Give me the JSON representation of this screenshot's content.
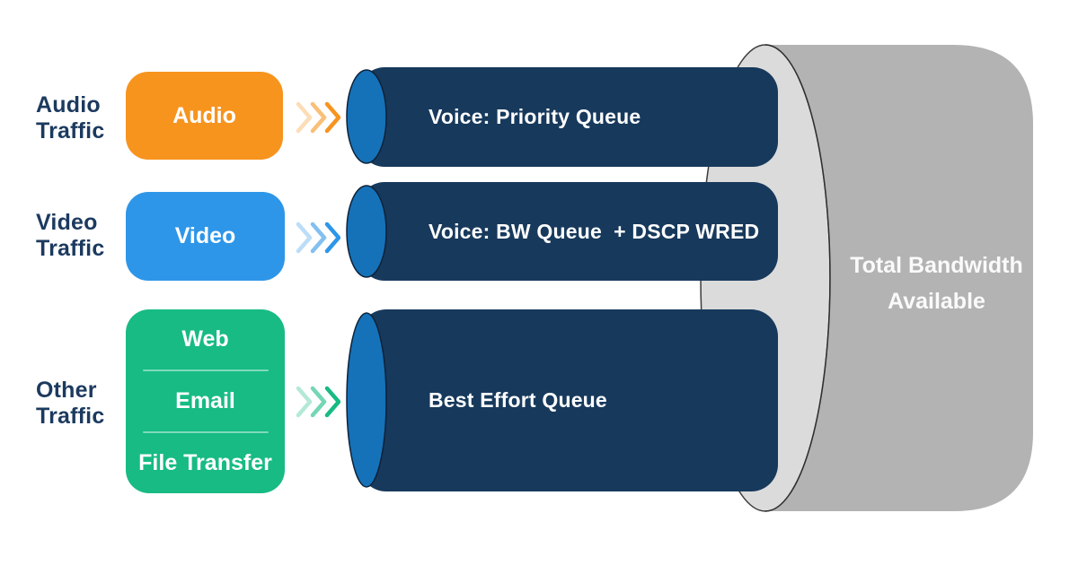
{
  "palette": {
    "pipe_navy": "#17395C",
    "pipe_end_blue": "#1572B9",
    "audio_orange": "#F7941E",
    "video_blue": "#2E96E8",
    "other_green": "#17BB83",
    "traffic_label_navy": "#1C3A5F",
    "bandwidth_body_gray": "#B3B3B3",
    "bandwidth_face_gray": "#DBDBDB",
    "label_white": "#FFFFFF"
  },
  "flows": [
    {
      "traffic_label": "Audio\nTraffic",
      "source_box": {
        "items": [
          "Audio"
        ],
        "color": "#F7941E"
      },
      "queue_pipe": {
        "label": "Voice: Priority Queue"
      }
    },
    {
      "traffic_label": "Video\nTraffic",
      "source_box": {
        "items": [
          "Video"
        ],
        "color": "#2E96E8"
      },
      "queue_pipe": {
        "label": "Voice: BW Queue  + DSCP WRED"
      }
    },
    {
      "traffic_label": "Other\nTraffic",
      "source_box": {
        "items": [
          "Web",
          "Email",
          "File Transfer"
        ],
        "color": "#17BB83"
      },
      "queue_pipe": {
        "label": "Best Effort Queue"
      }
    }
  ],
  "bandwidth_cylinder": {
    "label": "Total Bandwidth\nAvailable"
  }
}
